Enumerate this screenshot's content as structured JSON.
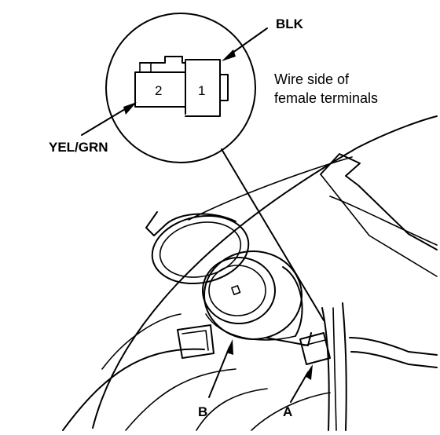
{
  "labels": {
    "blk": "BLK",
    "yel_grn": "YEL/GRN",
    "note_line1": "Wire side of",
    "note_line2": "female terminals",
    "pin_1": "1",
    "pin_2": "2",
    "callout_a": "A",
    "callout_b": "B"
  }
}
